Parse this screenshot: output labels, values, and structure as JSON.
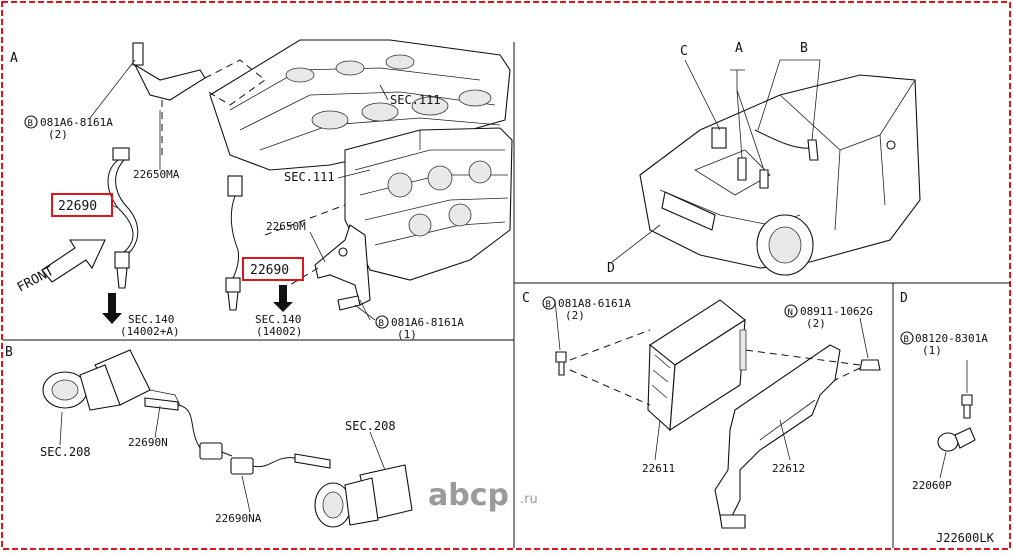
{
  "sections": {
    "a": {
      "label": "A"
    },
    "b": {
      "label": "B"
    },
    "c": {
      "label": "C"
    },
    "d": {
      "label": "D"
    }
  },
  "car_callouts": {
    "a": "A",
    "b": "B",
    "c": "C",
    "d": "D"
  },
  "panel_a": {
    "bolt_ref": "081A6-8161A",
    "bolt_qty": "(2)",
    "bracket_part": "22650MA",
    "sensor_left": "22690",
    "sensor_center": "22690",
    "bracket_center": "22650M",
    "sec111_top": "SEC.111",
    "sec111_mid": "SEC.111",
    "front_label": "FRONT",
    "sec140_left": "SEC.140",
    "sec140_left_ref": "(14002+A)",
    "sec140_center": "SEC.140",
    "sec140_center_ref": "(14002)",
    "bolt_ref_2": "081A6-8161A",
    "bolt_qty_2": "(1)"
  },
  "panel_b": {
    "sec208_left": "SEC.208",
    "sensor_n": "22690N",
    "sec208_right": "SEC.208",
    "sensor_na": "22690NA"
  },
  "panel_c": {
    "bolt_ref": "081A8-6161A",
    "bolt_qty": "(2)",
    "nut_ref": "08911-1062G",
    "nut_qty": "(2)",
    "ecm_part": "22611",
    "bracket_part": "22612"
  },
  "panel_d": {
    "bolt_ref": "08120-8301A",
    "bolt_qty": "(1)",
    "sensor_part": "22060P"
  },
  "symbols": {
    "bolt": "B",
    "nut": "N"
  },
  "diagram_code": "J22600LK",
  "watermark": {
    "brand": "abcp",
    "suffix": ".ru"
  },
  "colors": {
    "frame": "#e0151c",
    "highlight": "#e0151c",
    "line": "#111111",
    "watermark": "#9a9a9a"
  }
}
